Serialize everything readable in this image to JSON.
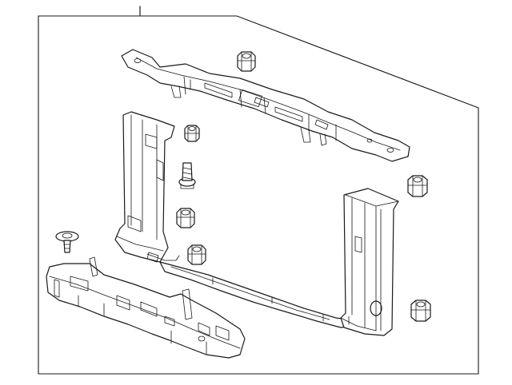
{
  "diagram": {
    "title": "",
    "line_color": "#1a1a1a",
    "background": "#ffffff",
    "parts": [
      {
        "name": "upper-tie-bar"
      },
      {
        "name": "left-side-support"
      },
      {
        "name": "right-side-support"
      },
      {
        "name": "lower-tie-bar"
      },
      {
        "name": "lower-air-deflector"
      },
      {
        "name": "nut"
      },
      {
        "name": "bolt"
      },
      {
        "name": "push-pin-clip"
      }
    ]
  }
}
